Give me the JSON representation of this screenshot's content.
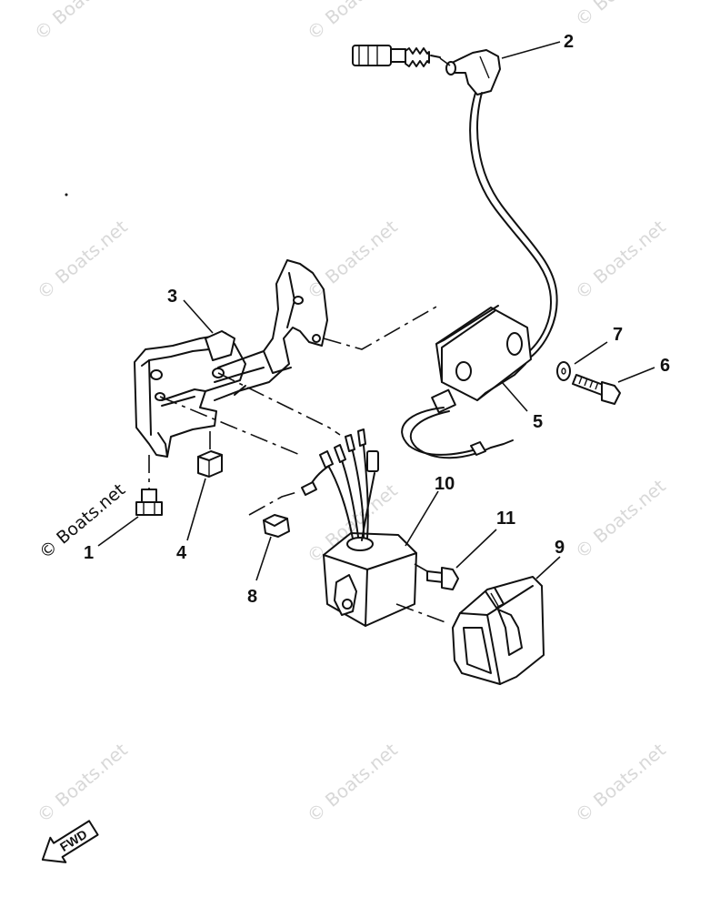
{
  "watermark": "© Boats.net",
  "direction_label": "FWD",
  "callouts": [
    {
      "id": "1",
      "label": "1"
    },
    {
      "id": "2",
      "label": "2"
    },
    {
      "id": "3",
      "label": "3"
    },
    {
      "id": "4",
      "label": "4"
    },
    {
      "id": "5",
      "label": "5"
    },
    {
      "id": "6",
      "label": "6"
    },
    {
      "id": "7",
      "label": "7"
    },
    {
      "id": "8",
      "label": "8"
    },
    {
      "id": "9",
      "label": "9"
    },
    {
      "id": "10",
      "label": "10"
    },
    {
      "id": "11",
      "label": "11"
    }
  ]
}
